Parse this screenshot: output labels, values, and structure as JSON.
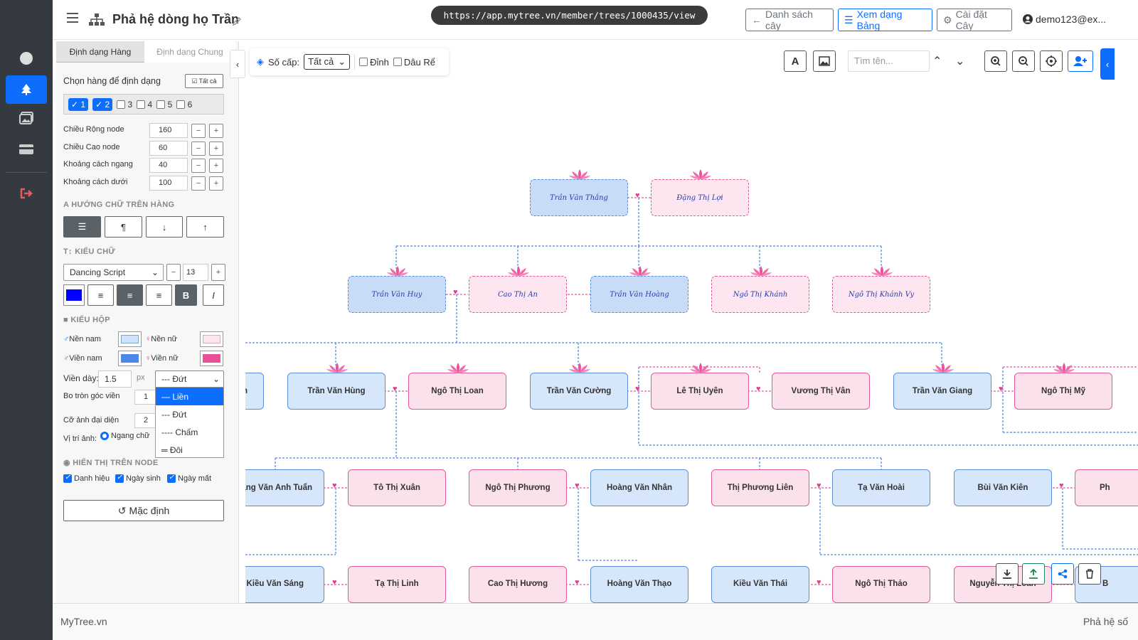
{
  "topbar": {
    "title": "Phả hệ dòng họ Trần",
    "url": "https://app.mytree.vn/member/trees/1000435/view",
    "btn_list": "Danh sách cây",
    "btn_table": "Xem dạng Bảng",
    "btn_settings": "Cài đặt Cây",
    "user": "demo123@ex..."
  },
  "panel": {
    "tab_row": "Định dạng Hàng",
    "tab_general": "Định dạng Chung",
    "choose_rows": "Chọn hàng để định dạng",
    "all_btn": "Tất cả",
    "levels": [
      {
        "label": "1",
        "checked": true
      },
      {
        "label": "2",
        "checked": true
      },
      {
        "label": "3",
        "checked": false
      },
      {
        "label": "4",
        "checked": false
      },
      {
        "label": "5",
        "checked": false
      },
      {
        "label": "6",
        "checked": false
      }
    ],
    "fields": [
      {
        "label": "Chiều Rộng node",
        "value": "160"
      },
      {
        "label": "Chiều Cao node",
        "value": "60"
      },
      {
        "label": "Khoảng cách ngang",
        "value": "40"
      },
      {
        "label": "Khoảng cách dưới",
        "value": "100"
      }
    ],
    "sec_direction": "HƯỚNG CHỮ TRÊN HÀNG",
    "sec_font": "KIỂU CHỮ",
    "font_name": "Dancing Script",
    "font_size": "13",
    "text_color": "#0000ff",
    "sec_box": "KIỂU HỘP",
    "bg_male": "Nền nam",
    "bg_female": "Nền nữ",
    "border_male": "Viền nam",
    "border_female": "Viền nữ",
    "color_bg_male": "#cfe2ff",
    "color_bg_female": "#fde4ef",
    "color_border_male": "#4a86e8",
    "color_border_female": "#e8519a",
    "border_width_label": "Viền dày:",
    "border_width": "1.5",
    "px": "px",
    "border_style": "--- Đứt",
    "radius_label": "Bo tròn góc viền",
    "radius_value": "1",
    "photo_size_label": "Cỡ ảnh đại diện",
    "photo_size_value": "2",
    "photo_pos_label": "Vị trí ảnh:",
    "photo_pos_value": "Ngang chữ",
    "dropdown": [
      {
        "label": "— Liền",
        "selected": true
      },
      {
        "label": "--- Đứt",
        "selected": false
      },
      {
        "label": "---- Chấm",
        "selected": false
      },
      {
        "label": "═ Đôi",
        "selected": false
      }
    ],
    "sec_display": "HIỂN THỊ TRÊN NODE",
    "show_title": "Danh hiệu",
    "show_birth": "Ngày sinh",
    "show_death": "Ngày mất",
    "reset_btn": "Mặc định"
  },
  "canvas": {
    "level_label": "Số cấp:",
    "level_value": "Tất cả",
    "cb_top": "Đỉnh",
    "cb_inlaw": "Dâu Rể",
    "search_placeholder": "Tìm tên..."
  },
  "nodes": {
    "g1": [
      "Trần Văn Thắng",
      "Đặng Thị Lợi"
    ],
    "g2": [
      "Trần Văn Huy",
      "Cao Thị An",
      "Trần Văn Hoàng",
      "Ngô Thị Khánh",
      "Ngô Thị Khánh Vy"
    ],
    "g3": [
      "nh",
      "Trần Văn Hùng",
      "Ngô Thị Loan",
      "Trần Văn Cường",
      "Lê Thị Uyên",
      "Vương Thị Vân",
      "Trần Văn Giang",
      "Ngô Thị Mỹ"
    ],
    "g4": [
      "Đặng Văn Anh Tuấn",
      "Tô Thị Xuân",
      "Ngô Thị Phương",
      "Hoàng Văn Nhân",
      "Thị Phương Liên",
      "Tạ Văn Hoài",
      "Bùi Văn Kiên",
      "Ph"
    ],
    "g5": [
      "Kiều Văn Sáng",
      "Tạ Thị Linh",
      "Cao Thị Hương",
      "Hoàng Văn Thạo",
      "Kiều Văn Thái",
      "Ngô Thị Thảo",
      "Nguyễn Thị Loan",
      "B"
    ]
  },
  "footer": {
    "brand": "MyTree.vn",
    "right": "Phả hệ số"
  }
}
